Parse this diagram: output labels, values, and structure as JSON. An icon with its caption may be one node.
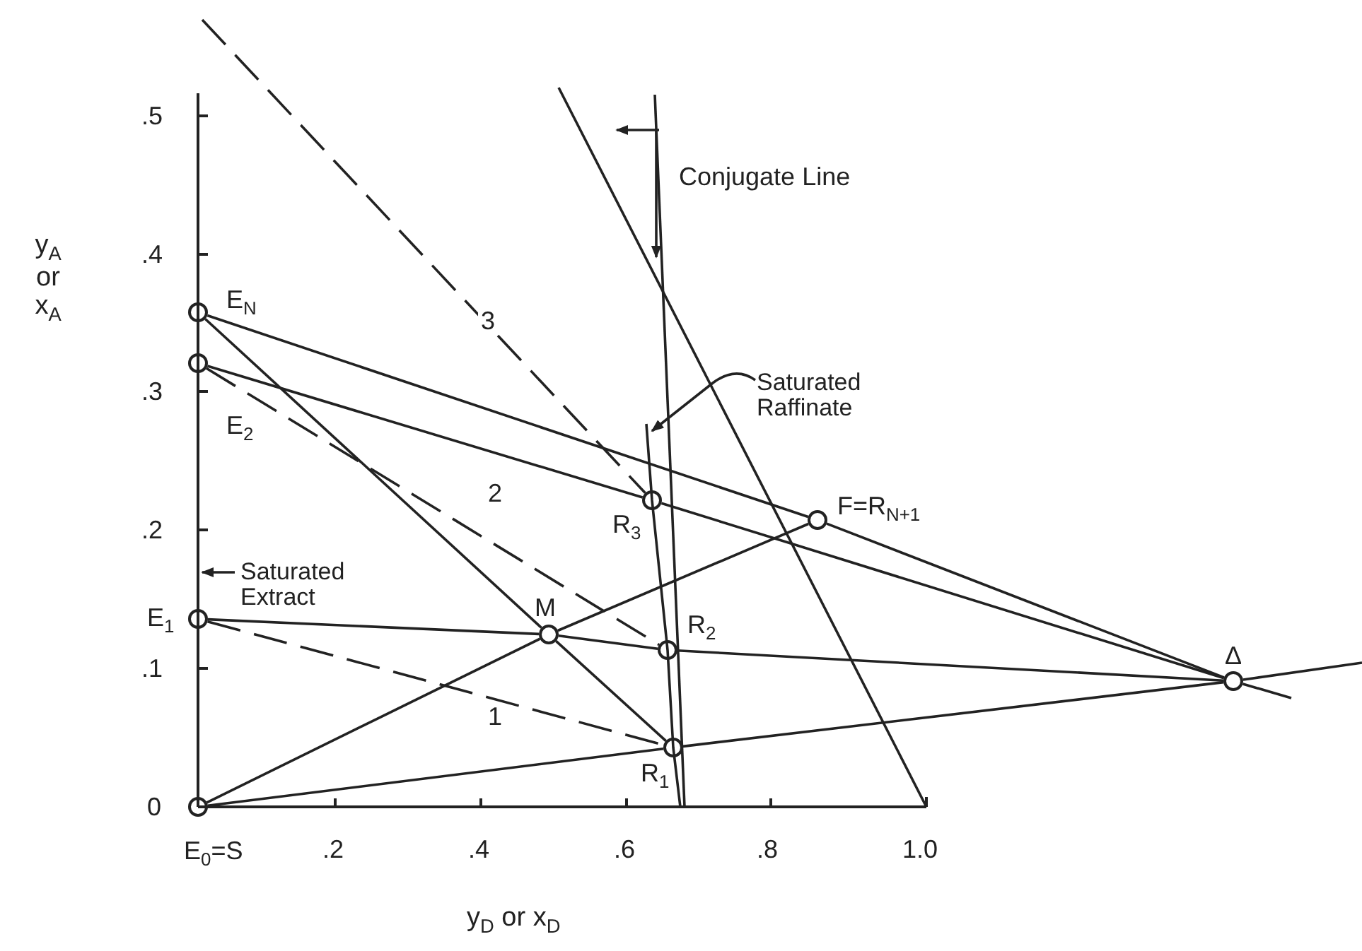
{
  "diagram": {
    "nodes": [
      {
        "text": [],
        "shape": "circle",
        "beside": [
          "E$_{N}$"
        ]
      },
      {
        "text": [],
        "shape": "circle",
        "beside": [
          "E$_{2}$"
        ]
      },
      {
        "text": [],
        "shape": "circle",
        "beside": [
          "E$_{1}$"
        ]
      },
      {
        "text": [],
        "shape": "circle",
        "beside": [
          "E$_{0}$=S"
        ]
      },
      {
        "text": [],
        "shape": "circle",
        "beside": [
          "M"
        ]
      },
      {
        "text": [],
        "shape": "circle",
        "beside": [
          "R$_{3}$"
        ]
      },
      {
        "text": [],
        "shape": "circle",
        "beside": [
          "R$_{2}$"
        ]
      },
      {
        "text": [],
        "shape": "circle",
        "beside": [
          "R$_{1}$"
        ]
      },
      {
        "text": [],
        "shape": "circle",
        "beside": [
          "F=R$_{N+1}$"
        ]
      },
      {
        "text": [],
        "shape": "circle",
        "beside": [
          "Δ"
        ]
      },
      {
        "text": [
          "Saturated Raffinate"
        ]
      },
      {
        "text": [
          "Saturated Extract"
        ]
      }
    ],
    "edges": [
      {
        "from": 0,
        "to": 8,
        "arrow": "none"
      },
      {
        "from": 8,
        "to": 9,
        "arrow": "none"
      },
      {
        "from": 9,
        "to": null,
        "arrow": "none"
      },
      {
        "from": 1,
        "to": 5,
        "arrow": "none"
      },
      {
        "from": 5,
        "to": 9,
        "arrow": "none"
      },
      {
        "from": 2,
        "to": 4,
        "arrow": "none"
      },
      {
        "from": 4,
        "to": 6,
        "arrow": "none"
      },
      {
        "from": 6,
        "to": 9,
        "arrow": "none"
      },
      {
        "from": 3,
        "to": 7,
        "arrow": "none"
      },
      {
        "from": 7,
        "to": 9,
        "arrow": "none"
      },
      {
        "from": 9,
        "to": null,
        "arrow": "none"
      },
      {
        "from": 3,
        "to": 4,
        "arrow": "none"
      },
      {
        "from": 4,
        "to": 8,
        "arrow": "none"
      },
      {
        "from": 0,
        "to": 4,
        "arrow": "none"
      },
      {
        "from": 4,
        "to": 7,
        "arrow": "none"
      },
      {
        "from": 2,
        "to": 7,
        "arrow": "none",
        "style": "dashed",
        "label": "1"
      },
      {
        "from": 1,
        "to": 6,
        "arrow": "none",
        "style": "dashed",
        "label": "2"
      },
      {
        "from": null,
        "to": 5,
        "arrow": "none",
        "style": "dashed",
        "label": "3"
      },
      {
        "from": 10,
        "to": null,
        "arrow": "to"
      },
      {
        "from": 11,
        "to": null,
        "arrow": "to"
      }
    ],
    "labels": [
      ".5",
      ".4",
      ".3",
      ".2",
      ".1",
      "0",
      "y$_{A}$ or x$_{A}$",
      "Conjugate Line",
      ".2",
      ".4",
      ".6",
      ".8",
      "1.0",
      "y$_{D}$ or x$_{D}$"
    ]
  }
}
